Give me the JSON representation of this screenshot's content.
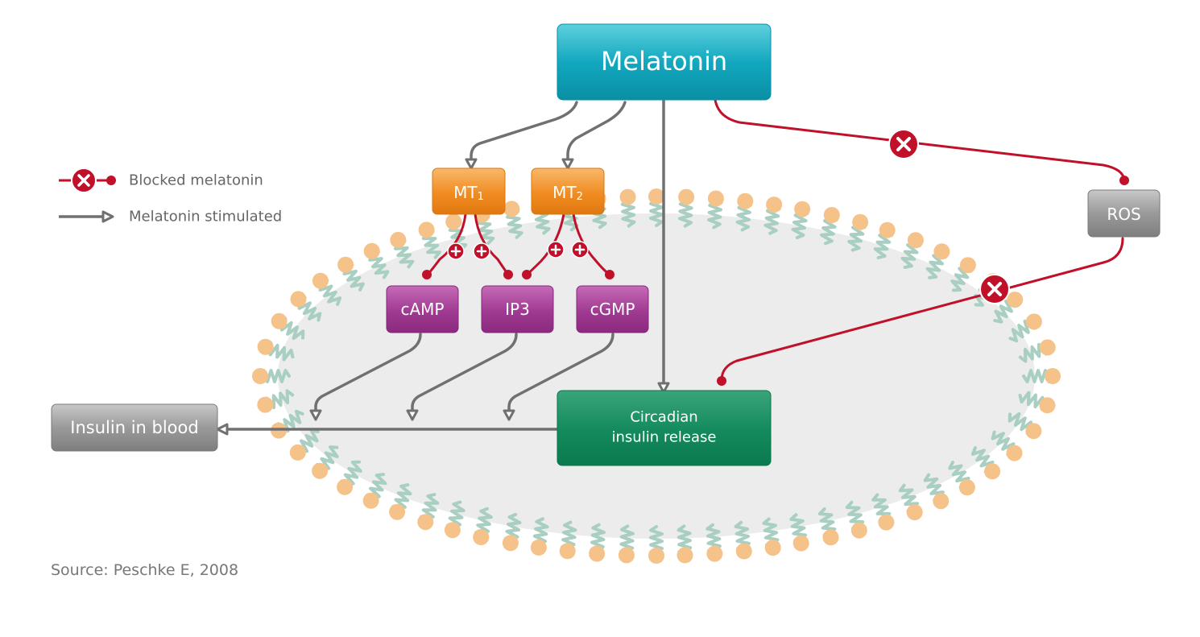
{
  "colors": {
    "stimulated": "#707070",
    "blocked": "#c0102a",
    "membrane_head": "#f5c28a",
    "membrane_tail": "#a8cfc2",
    "cell_fill": "#ececec"
  },
  "legend": {
    "blocked": "Blocked melatonin",
    "stimulated": "Melatonin stimulated"
  },
  "nodes": {
    "melatonin": "Melatonin",
    "mt1": {
      "base": "MT",
      "sub": "1"
    },
    "mt2": {
      "base": "MT",
      "sub": "2"
    },
    "ros": "ROS",
    "camp": "cAMP",
    "ip3": "IP3",
    "cgmp": "cGMP",
    "circadian_line1": "Circadian",
    "circadian_line2": "insulin release",
    "insulin": "Insulin in blood"
  },
  "source": "Source: Peschke E, 2008"
}
